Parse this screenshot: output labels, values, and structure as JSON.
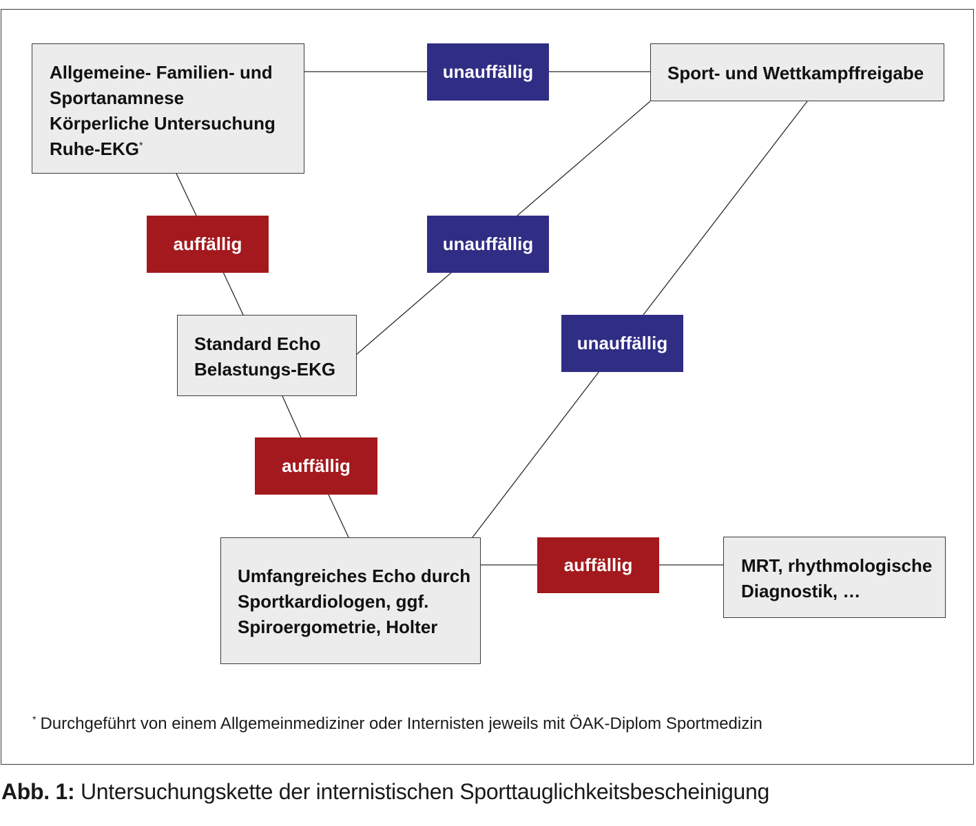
{
  "boxes": {
    "anamnese": {
      "lines": [
        "Allgemeine- Familien- und",
        "Sportanamnese",
        "Körperliche Untersuchung",
        "Ruhe-EKG"
      ],
      "footnote_mark": "*"
    },
    "freigabe": {
      "lines": [
        "Sport- und Wettkampffreigabe"
      ]
    },
    "standard_echo": {
      "lines": [
        "Standard Echo",
        "Belastungs-EKG"
      ]
    },
    "umfangreiches_echo": {
      "lines": [
        "Umfangreiches Echo durch",
        "Sportkardiologen, ggf.",
        "Spiroergometrie, Holter"
      ]
    },
    "mrt": {
      "lines": [
        "MRT, rhythmologische",
        "Diagnostik, …"
      ]
    }
  },
  "labels": {
    "unauffaellig": "unauffällig",
    "auffaellig": "auffällig"
  },
  "badges": [
    {
      "id": "ok-top",
      "kind": "ok",
      "text": "unauffällig"
    },
    {
      "id": "ok-mid",
      "kind": "ok",
      "text": "unauffällig"
    },
    {
      "id": "ok-right",
      "kind": "ok",
      "text": "unauffällig"
    },
    {
      "id": "alert-1",
      "kind": "alert",
      "text": "auffällig"
    },
    {
      "id": "alert-2",
      "kind": "alert",
      "text": "auffällig"
    },
    {
      "id": "alert-3",
      "kind": "alert",
      "text": "auffällig"
    }
  ],
  "footnote": {
    "mark": "*",
    "text": "Durchgeführt von einem Allgemeinmediziner oder Internisten jeweils mit ÖAK-Diplom Sportmedizin"
  },
  "caption": {
    "label": "Abb. 1:",
    "text": "Untersuchungskette der internistischen Sporttauglichkeitsbescheinigung"
  },
  "colors": {
    "unauffaellig": "#302d84",
    "auffaellig": "#a4191d",
    "box_fill": "#ececec",
    "line": "#2a2a2a"
  }
}
